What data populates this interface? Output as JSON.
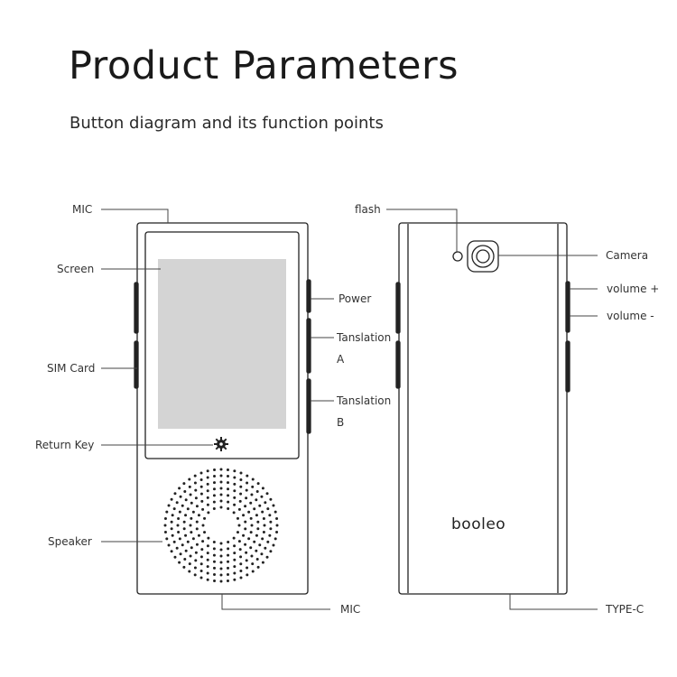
{
  "header": {
    "title": "Product Parameters",
    "subtitle": "Button diagram and its function points"
  },
  "front_labels": {
    "mic_top": "MIC",
    "screen": "Screen",
    "sim_card": "SIM Card",
    "return_key": "Return Key",
    "speaker": "Speaker",
    "mic_bottom": "MIC",
    "power": "Power",
    "translation_a_line1": "Tanslation",
    "translation_a_line2": "A",
    "translation_b_line1": "Tanslation",
    "translation_b_line2": "B"
  },
  "back_labels": {
    "flash": "flash",
    "camera": "Camera",
    "volume_up": "volume +",
    "volume_down": "volume -",
    "type_c": "TYPE-C"
  },
  "brand": {
    "logo_text": "booleo"
  },
  "colors": {
    "outline": "#222222",
    "screen_fill": "#d4d4d4",
    "leader_line": "#444444"
  }
}
